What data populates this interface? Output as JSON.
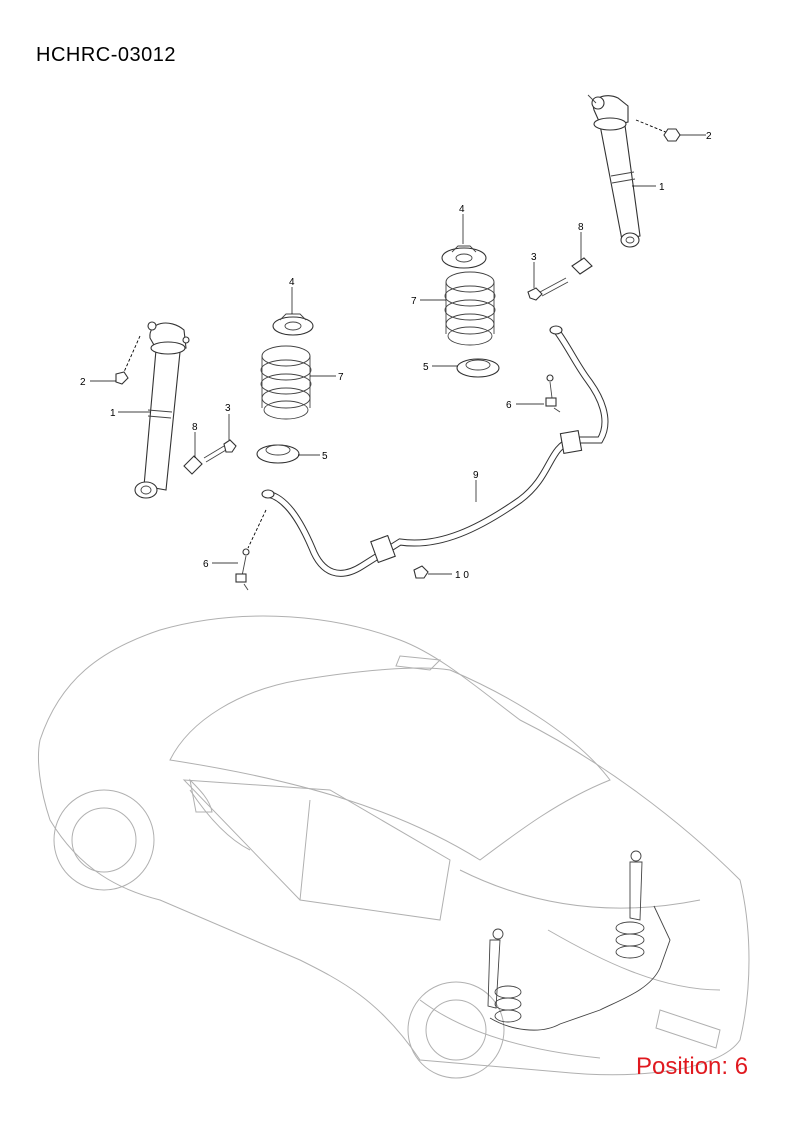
{
  "header": {
    "code": "HCHRC-03012"
  },
  "footer": {
    "position_label": "Position: 6",
    "position_color": "#e0191f"
  },
  "callouts": {
    "shock_absorber": "1",
    "nut": "2",
    "bolt": "3",
    "upper_spring_seat": "4",
    "lower_spring_seat": "5",
    "stabilizer_link": "6",
    "coil_spring": "7",
    "washer": "8",
    "stabilizer_bar": "9",
    "bushing_bolt": "1 0"
  }
}
